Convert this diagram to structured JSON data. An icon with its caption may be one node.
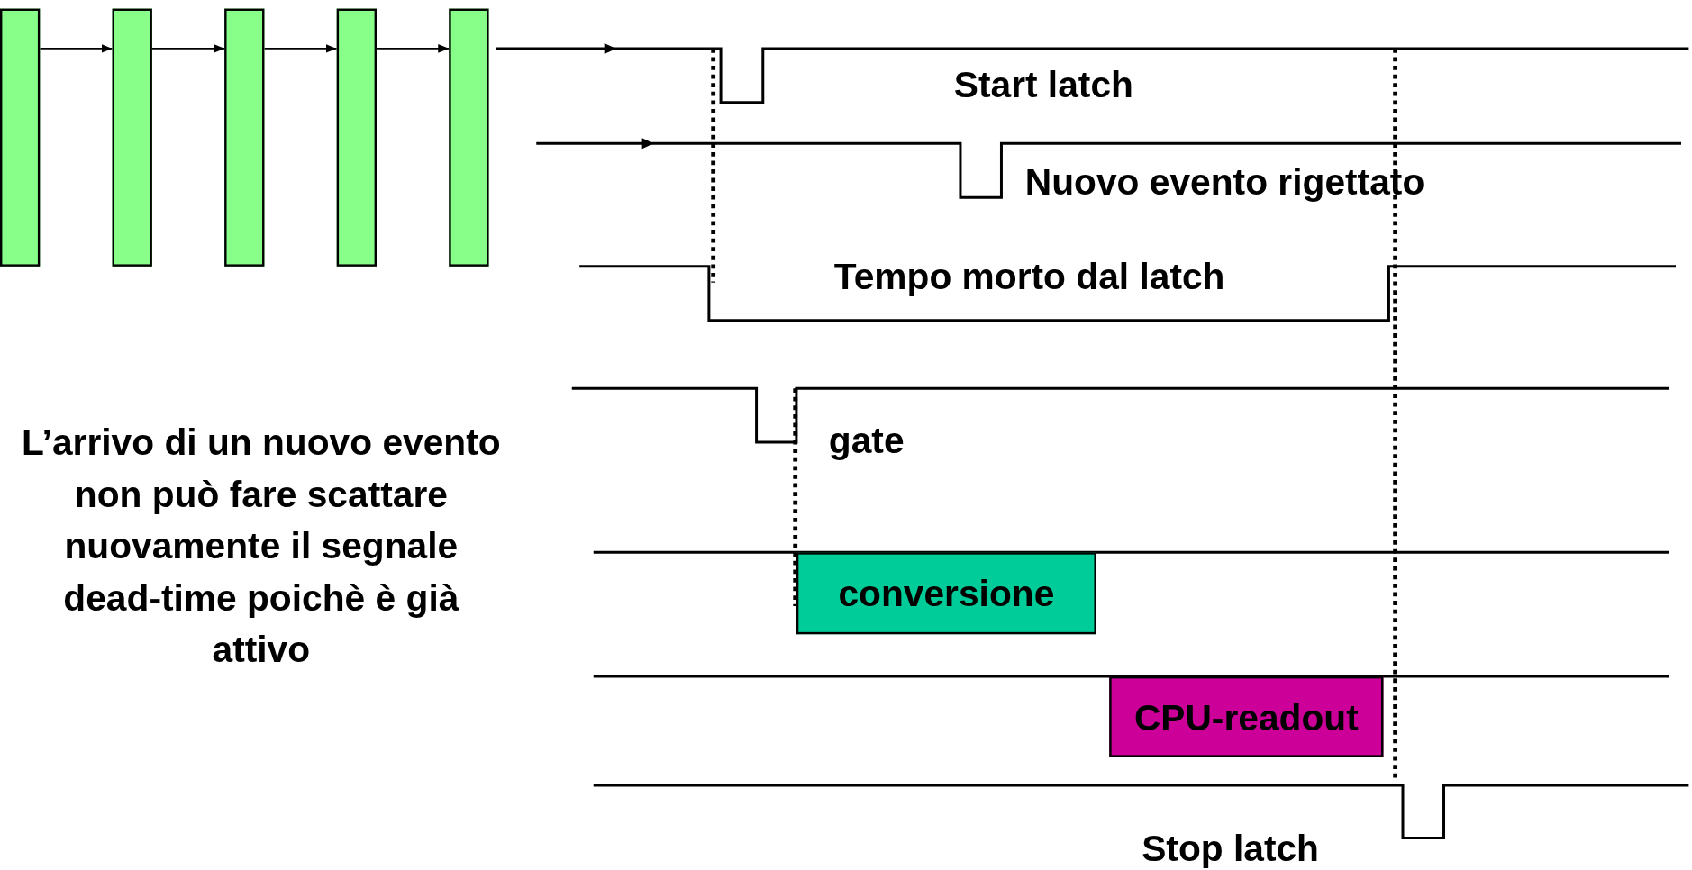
{
  "diagram": {
    "nodes": [
      {
        "text": [],
        "shape": "bar"
      },
      {
        "text": [],
        "shape": "bar"
      },
      {
        "text": [],
        "shape": "bar"
      },
      {
        "text": [],
        "shape": "bar"
      },
      {
        "text": [],
        "shape": "bar"
      },
      {
        "text": [
          "conversione"
        ]
      },
      {
        "text": [
          "CPU-readout"
        ]
      }
    ],
    "edges": [
      {
        "from": 0,
        "to": 1,
        "arrow": "to"
      },
      {
        "from": 1,
        "to": 2,
        "arrow": "to"
      },
      {
        "from": 2,
        "to": 3,
        "arrow": "to"
      },
      {
        "from": 3,
        "to": 4,
        "arrow": "to"
      }
    ],
    "labels": [
      "Start latch",
      "Nuovo evento rigettato",
      "Tempo morto dal latch",
      "L’arrivo di un nuovo evento non può fare scattare nuovamente il segnale dead-time poichè è già attivo",
      "gate",
      "Stop latch"
    ]
  }
}
